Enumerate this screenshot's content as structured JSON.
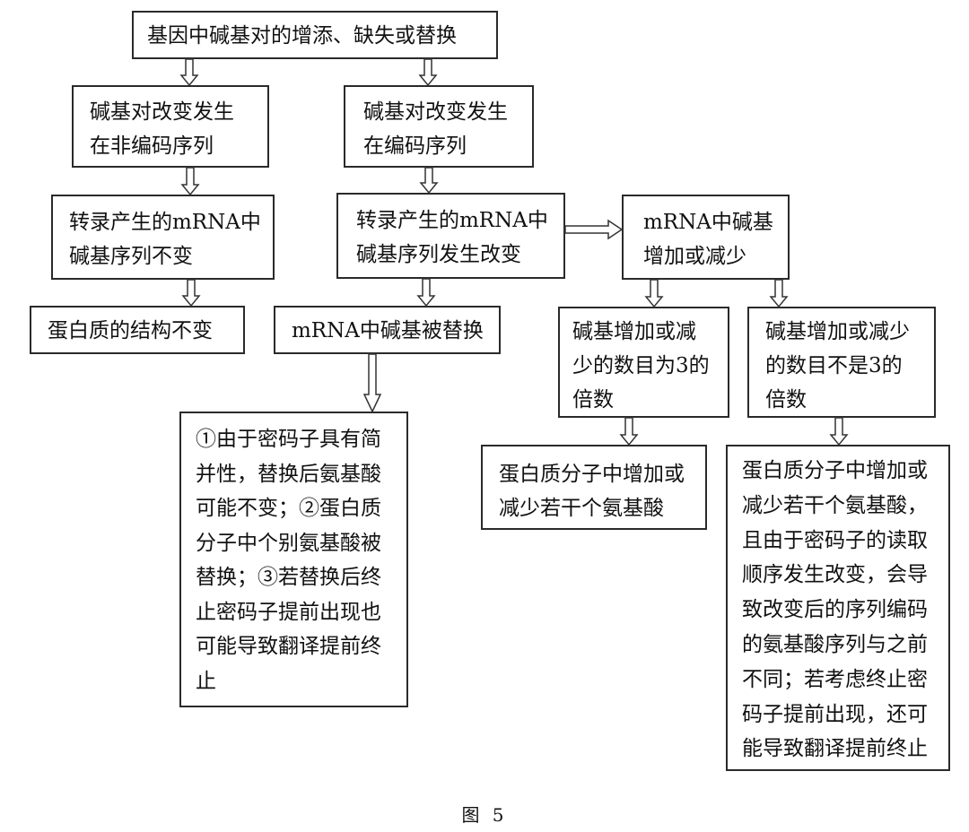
{
  "boxes": {
    "root": "基因中碱基对的增添、缺失或替换",
    "noncoding": "碱基对改变发生\n在非编码序列",
    "coding": "碱基对改变发生\n在编码序列",
    "mrna_unchanged": "转录产生的mRNA中\n碱基序列不变",
    "mrna_changed": "转录产生的mRNA中\n碱基序列发生改变",
    "mrna_indel": "mRNA中碱基\n增加或减少",
    "protein_unchanged": "蛋白质的结构不变",
    "mrna_substitution": "mRNA中碱基被替换",
    "indel_multiple_3": "碱基增加或减\n少的数目为3的\n倍数",
    "indel_not_multiple_3": "碱基增加或减少\n的数目不是3的\n倍数",
    "substitution_effects": "①由于密码子具有简\n并性，替换后氨基酸\n可能不变；②蛋白质\n分子中个别氨基酸被\n替换；③若替换后终\n止密码子提前出现也\n可能导致翻译提前终\n止",
    "aa_add_remove": "蛋白质分子中增加或\n减少若干个氨基酸",
    "frameshift_effects": "蛋白质分子中增加或\n减少若干个氨基酸，\n且由于密码子的读取\n顺序发生改变，会导\n致改变后的序列编码\n的氨基酸序列与之前\n不同；若考虑终止密\n码子提前出现，还可\n能导致翻译提前终止"
  },
  "caption": "图 5"
}
